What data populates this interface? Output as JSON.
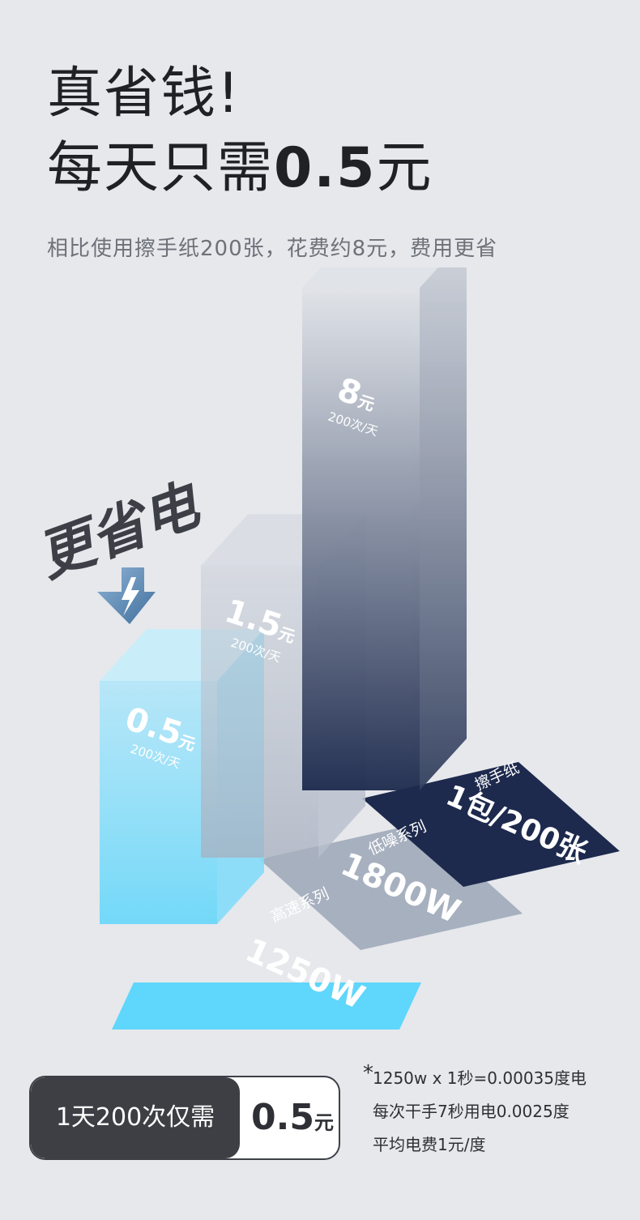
{
  "header": {
    "title_line1": "真省钱!",
    "title_line2_prefix": "每天只需",
    "title_line2_value": "0.5",
    "title_line2_unit": "元",
    "subtitle": "相比使用擦手纸200张，花费约8元，费用更省"
  },
  "badge": {
    "text": "更省电"
  },
  "chart_data": {
    "type": "bar",
    "categories": [
      "高速系列 1250W",
      "低噪系列 1800W",
      "擦手纸 1包/200张"
    ],
    "series": [
      {
        "values": [
          0.5,
          1.5,
          8
        ],
        "value_labels": [
          "0.5",
          "1.5",
          "8"
        ],
        "unit": "元",
        "per_label": "200次/天",
        "category_top": [
          "高速系列",
          "低噪系列",
          "擦手纸"
        ],
        "category_bottom": [
          "1250W",
          "1800W",
          "1包/200张"
        ]
      }
    ],
    "colors": {
      "cyan": "#5fd6fb",
      "grey": "#a7b0bf",
      "navy": "#1d2a4d"
    }
  },
  "footer": {
    "pill_text": "1天200次仅需",
    "pill_value": "0.5",
    "pill_unit": "元",
    "note_star": "*",
    "notes": [
      "1250w x 1秒=0.00035度电",
      "每次干手7秒用电0.0025度",
      "平均电费1元/度"
    ]
  }
}
